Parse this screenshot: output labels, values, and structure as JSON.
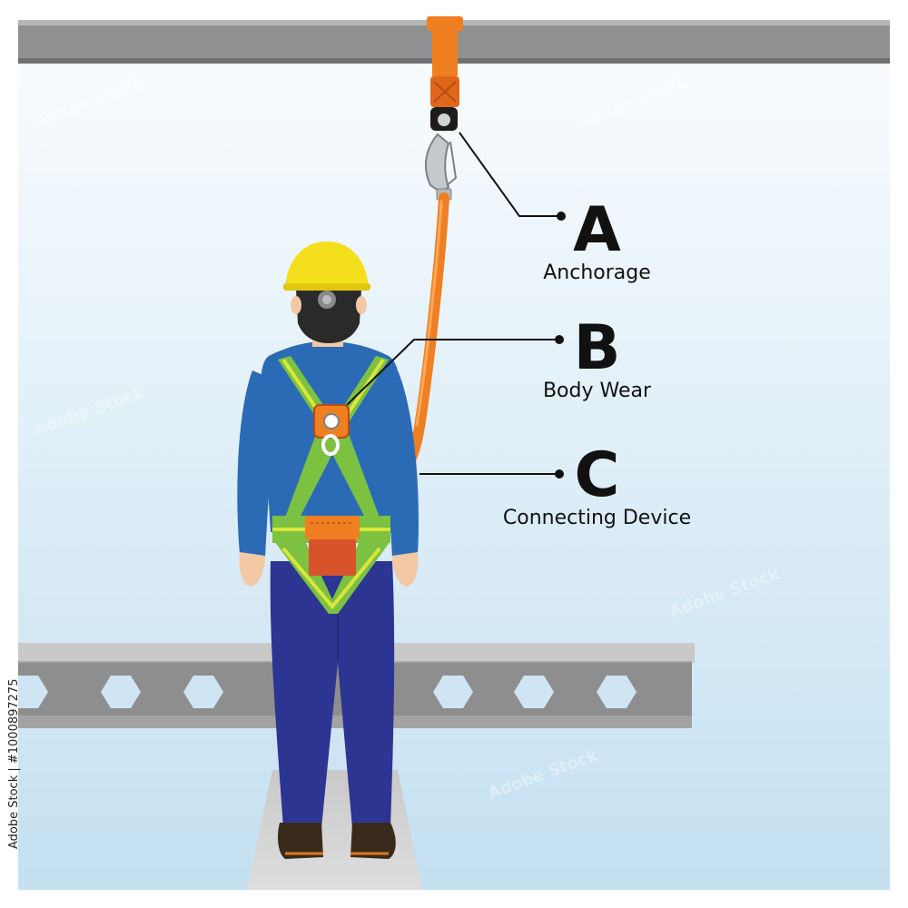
{
  "callouts": [
    {
      "letter": "A",
      "label": "Anchorage"
    },
    {
      "letter": "B",
      "label": "Body Wear"
    },
    {
      "letter": "C",
      "label": "Connecting Device"
    }
  ],
  "watermark": {
    "side_text": "Adobe Stock | #1000897275",
    "repeated_text": "Adobe Stock"
  },
  "colors": {
    "sky_top": "#fbfdfe",
    "sky_bottom": "#c4e0f1",
    "beam": "#8f9091",
    "hard_hat": "#f3df1c",
    "shirt": "#2b6bb5",
    "trousers": "#2d3592",
    "harness": "#7cc142",
    "reflective_stripe": "#d8e73a",
    "lanyard": "#f07f22",
    "pouch": "#d8532b",
    "leader_line": "#111111"
  }
}
